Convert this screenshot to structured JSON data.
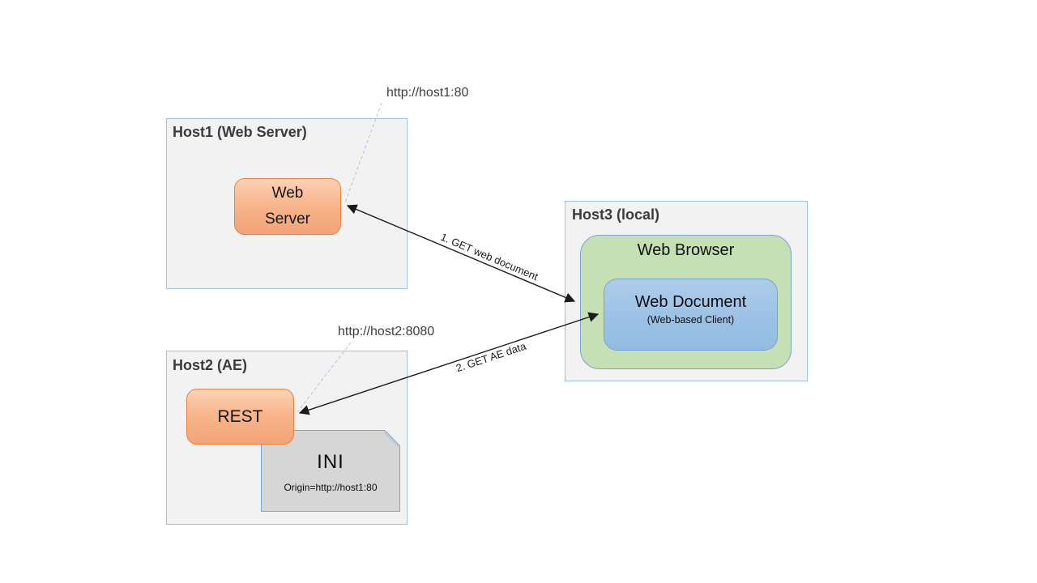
{
  "colors": {
    "host_fill": "#f2f2f2",
    "host_border": "#9cc2e5",
    "orange_fill_top": "#fcd2b6",
    "orange_fill_bottom": "#f3a377",
    "orange_border": "#e8823d",
    "green_fill": "#c5e0b4",
    "green_border": "#76a4d8",
    "blue_fill": "#9cc1e5",
    "blue_border": "#6fa3d8",
    "ini_fill": "#d6d6d6",
    "ini_border": "#7ba7d7",
    "arrow_color": "#1a1a1a",
    "leader_line_color": "#a9c6e6",
    "title_color": "#3b3b3b"
  },
  "host1": {
    "title": "Host1 (Web Server)",
    "url_label": "http://host1:80",
    "web_server_label": "Web\nServer"
  },
  "host2": {
    "title": "Host2 (AE)",
    "url_label": "http://host2:8080",
    "rest_label": "REST",
    "ini": {
      "title": "INI",
      "origin": "Origin=http://host1:80"
    }
  },
  "host3": {
    "title": "Host3 (local)",
    "browser_label": "Web Browser",
    "document_label": "Web Document",
    "document_sublabel": "(Web-based Client)"
  },
  "arrows": {
    "get_web_document": "1. GET web document",
    "get_ae_data": "2. GET AE data"
  }
}
